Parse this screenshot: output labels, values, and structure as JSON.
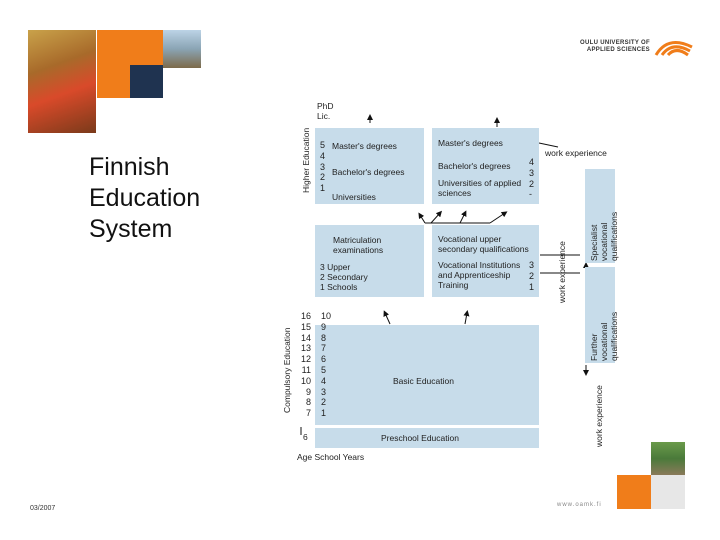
{
  "slide": {
    "title": "Finnish\nEducation\nSystem",
    "date": "03/2007",
    "url": "www.oamk.fi",
    "logo_line1": "OULU UNIVERSITY OF",
    "logo_line2": "APPLIED SCIENCES"
  },
  "diagram": {
    "higher_education_label": "Higher Education",
    "compulsory_education_label": "Compulsory Education",
    "phd": "PhD\nLic.",
    "univ_nums": "5\n4\n3\n2\n1",
    "univ_masters": "Master's degrees",
    "univ_bachelors": "Bachelor's degrees",
    "universities": "Universities",
    "poly_masters": "Master's degrees",
    "poly_bachelors": "Bachelor's degrees",
    "poly_univ": "Universities of applied\nsciences",
    "poly_nums": "4\n3\n2\n-",
    "work_experience_top": "work experience",
    "matric": "Matriculation\nexaminations",
    "upper_secondary": "3  Upper\n2  Secondary\n1  Schools",
    "vocational_quals": "Vocational upper\nsecondary qualifications",
    "vocational_inst": "Vocational Institutions\nand Apprenticeship\nTraining",
    "voc_nums": "3\n2\n1",
    "work_experience_mid": "work experience",
    "specialist_quals": "Specialist vocational\nqualifications",
    "further_quals": "Further vocational\nqualifications",
    "work_experience_bottom": "work experience",
    "ages": "16\n15\n14\n13\n12\n11\n10\n9\n8\n7",
    "years": "10\n9\n8\n7\n6\n5\n4\n3\n2\n1",
    "basic_education": "Basic Education",
    "preschool_age": "6",
    "preschool": "Preschool Education",
    "footer_labels": "Age  School Years"
  }
}
